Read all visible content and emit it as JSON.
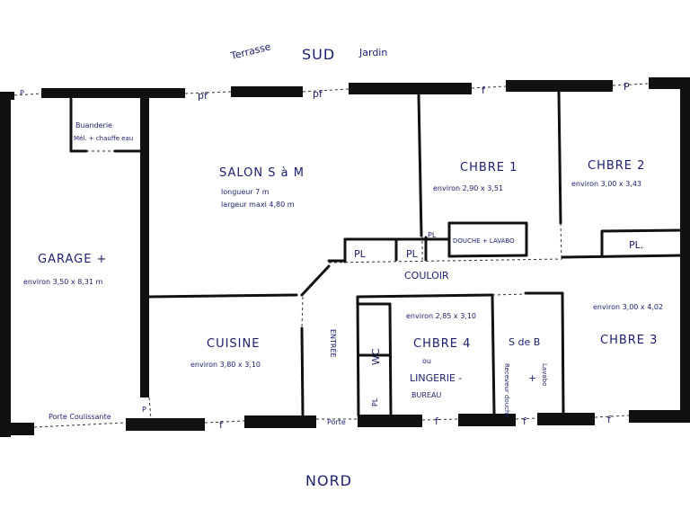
{
  "orientation": {
    "south": "SUD",
    "north": "NORD",
    "terrace": "Terrasse",
    "garden": "Jardin"
  },
  "openings": {
    "p": "P",
    "pf": "pf",
    "f": "f",
    "porte": "Porte",
    "porte_coulissante": "Porte Coulissante"
  },
  "rooms": {
    "buanderie": {
      "name": "Buanderie",
      "note": "Mél. + chauffe eau"
    },
    "salon": {
      "name": "SALON S à M",
      "length": "longueur 7 m",
      "width": "largeur maxi 4,80 m"
    },
    "chambre1": {
      "name": "CHBRE 1",
      "dims": "environ 2,90 x 3,51"
    },
    "chambre2": {
      "name": "CHBRE 2",
      "dims": "environ 3,00 x 3,43"
    },
    "garage": {
      "name": "GARAGE +",
      "dims": "environ 3,50 x 8,31 m"
    },
    "cuisine": {
      "name": "CUISINE",
      "dims": "environ 3,80 x 3,10"
    },
    "entree": {
      "name": "ENTRÉE"
    },
    "couloir": {
      "name": "COULOIR"
    },
    "chambre4": {
      "name": "CHBRE 4",
      "dims": "environ 2,85 x 3,10",
      "line1": "ou",
      "line2": "LINGERIE -",
      "line3": "BUREAU"
    },
    "sdb": {
      "name": "S de B",
      "item1": "Receveur douche",
      "plus": "+",
      "item2": "Lavabo"
    },
    "chambre3": {
      "name": "CHBRE 3",
      "dims": "environ 3,00 x 4,02"
    },
    "wc": {
      "name": "WC"
    },
    "douche": {
      "name": "DOUCHE + LAVABO"
    }
  },
  "closets": {
    "pl": "PL",
    "pl_dot": "PL."
  }
}
